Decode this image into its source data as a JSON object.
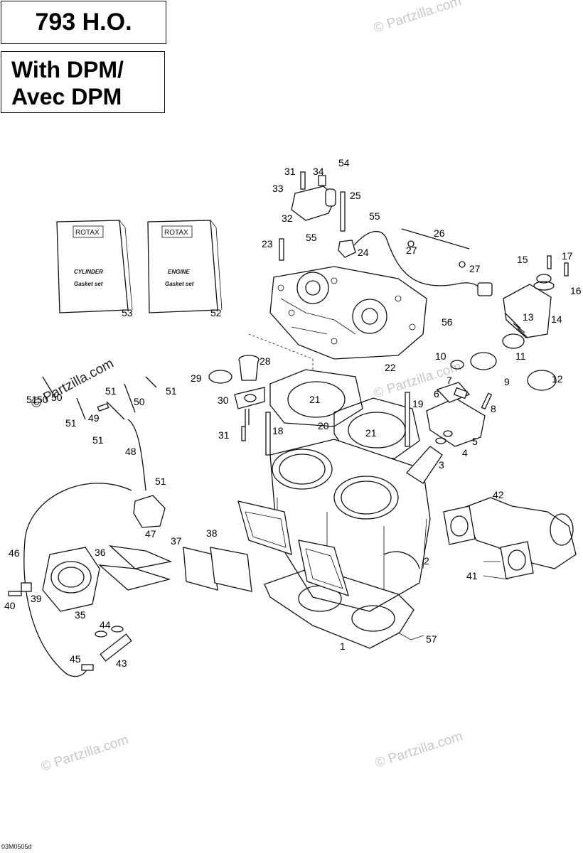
{
  "header": {
    "model": "793 H.O.",
    "variant_line1": "With DPM/",
    "variant_line2": "Avec DPM"
  },
  "kits": [
    {
      "brand": "ROTAX",
      "line1": "CYLINDER",
      "line2": "Gasket set",
      "number": "53"
    },
    {
      "brand": "ROTAX",
      "line1": "ENGINE",
      "line2": "Gasket set",
      "number": "52"
    }
  ],
  "watermark": "© Partzilla.com",
  "footer_code": "03M0505d",
  "callouts": [
    "1",
    "2",
    "3",
    "4",
    "5",
    "6",
    "7",
    "8",
    "9",
    "10",
    "11",
    "12",
    "13",
    "14",
    "15",
    "16",
    "17",
    "18",
    "19",
    "20",
    "21",
    "21",
    "22",
    "23",
    "24",
    "25",
    "26",
    "27",
    "27",
    "28",
    "29",
    "30",
    "31",
    "31",
    "32",
    "33",
    "34",
    "54",
    "55",
    "55",
    "56",
    "57",
    "35",
    "36",
    "37",
    "38",
    "39",
    "40",
    "41",
    "42",
    "43",
    "44",
    "45",
    "46",
    "47",
    "48",
    "49",
    "50",
    "50",
    "50",
    "51",
    "51",
    "51",
    "51",
    "51",
    "51"
  ],
  "colors": {
    "line": "#111111",
    "watermark": "#c8c8c8",
    "background": "#ffffff"
  }
}
